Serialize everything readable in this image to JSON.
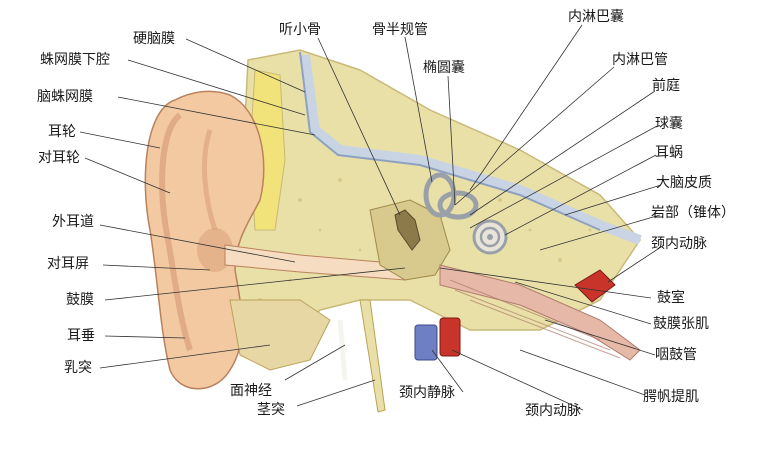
{
  "labels": {
    "dura_mater": "硬脑膜",
    "subarachnoid_space": "蛛网膜下腔",
    "arachnoid": "脑蛛网膜",
    "helix": "耳轮",
    "antihelix": "对耳轮",
    "external_canal": "外耳道",
    "antitragus": "对耳屏",
    "tympanic_membrane": "鼓膜",
    "earlobe": "耳垂",
    "mastoid": "乳突",
    "facial_nerve": "面神经",
    "styloid": "茎突",
    "ossicles": "听小骨",
    "semicircular_canals": "骨半规管",
    "utricle": "椭圆囊",
    "endolymphatic_sac": "内淋巴囊",
    "endolymphatic_duct": "内淋巴管",
    "vestibule": "前庭",
    "saccule": "球囊",
    "cochlea": "耳蜗",
    "cerebral_cortex": "大脑皮质",
    "petrous_part": "岩部（锥体）",
    "internal_carotid_top": "颈内动脉",
    "tympanic_cavity": "鼓室",
    "tensor_tympani": "鼓膜张肌",
    "eustachian_tube": "咽鼓管",
    "internal_jugular": "颈内静脉",
    "internal_carotid_bottom": "颈内动脉",
    "levator_veli": "腭帆提肌"
  },
  "colors": {
    "skin": "#f2c9a0",
    "skin_shadow": "#d9a07a",
    "bone": "#e9e0a8",
    "bone_dark": "#c9b978",
    "membrane_blue": "#c8d4e4",
    "artery": "#c8342a",
    "vein": "#6f7fc4",
    "muscle": "#e6b8a8",
    "leader": "#333333"
  }
}
